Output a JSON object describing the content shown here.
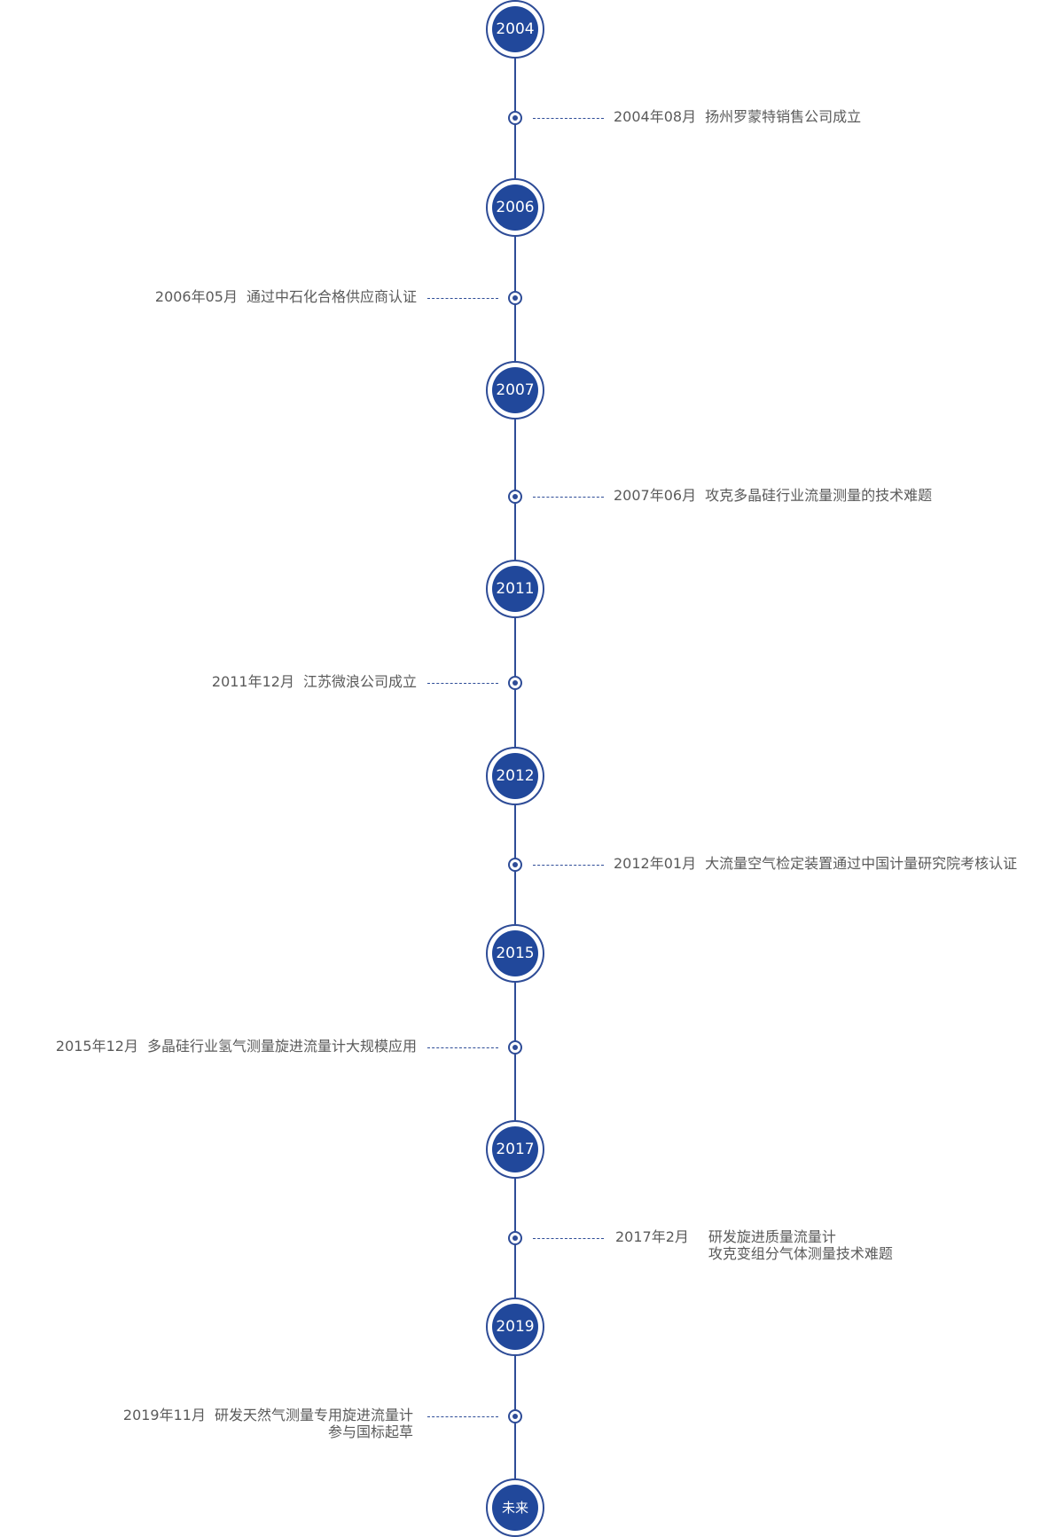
{
  "years": [
    "2004",
    "2006",
    "2007",
    "2011",
    "2012",
    "2015",
    "2017",
    "2019",
    "未来"
  ],
  "events": [
    {
      "date": "2004年08月",
      "lines": [
        "扬州罗蒙特销售公司成立"
      ]
    },
    {
      "date": "2006年05月",
      "lines": [
        "通过中石化合格供应商认证"
      ]
    },
    {
      "date": "2007年06月",
      "lines": [
        "攻克多晶硅行业流量测量的技术难题"
      ]
    },
    {
      "date": "2011年12月",
      "lines": [
        "江苏微浪公司成立"
      ]
    },
    {
      "date": "2012年01月",
      "lines": [
        "大流量空气检定装置通过中国计量研究院考核认证"
      ]
    },
    {
      "date": "2015年12月",
      "lines": [
        "多晶硅行业氢气测量旋进流量计大规模应用"
      ]
    },
    {
      "date": "2017年2月",
      "lines": [
        "研发旋进质量流量计",
        "攻克变组分气体测量技术难题"
      ]
    },
    {
      "date": "2019年11月",
      "lines": [
        "研发天然气测量专用旋进流量计",
        "参与国标起草"
      ]
    }
  ],
  "colors": {
    "accent": "#21489b",
    "line": "#2e4c97",
    "text": "#5a5a5a"
  }
}
